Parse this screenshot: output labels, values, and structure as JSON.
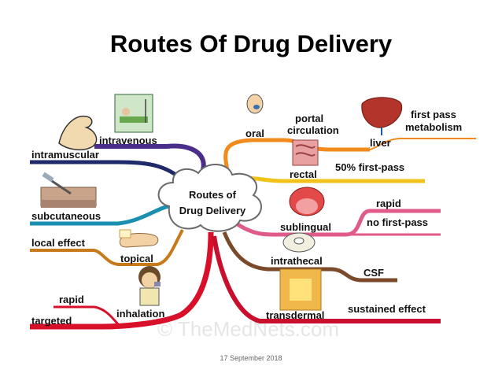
{
  "slide": {
    "title": "Routes Of Drug Delivery",
    "footer_date": "17 September 2018",
    "watermark": "© TheMedNets.com"
  },
  "mind_map": {
    "center": {
      "line1": "Routes of",
      "line2": "Drug Delivery"
    },
    "branches": {
      "intravenous": "intravenous",
      "intramuscular": "intramuscular",
      "subcutaneous": "subcutaneous",
      "local_effect": "local effect",
      "topical": "topical",
      "inhalation": "inhalation",
      "rapid_left": "rapid",
      "targeted": "targeted",
      "oral": "oral",
      "portal_circulation_1": "portal",
      "portal_circulation_2": "circulation",
      "liver": "liver",
      "first_pass_1": "first pass",
      "first_pass_2": "metabolism",
      "rectal": "rectal",
      "fifty_first_pass": "50% first-pass",
      "sublingual": "sublingual",
      "rapid_right": "rapid",
      "no_first_pass": "no first-pass",
      "intrathecal": "intrathecal",
      "csf": "CSF",
      "transdermal": "transdermal",
      "sustained_effect": "sustained effect"
    },
    "colors": {
      "intravenous": "#4b2e8c",
      "intramuscular": "#1f2a6b",
      "subcutaneous": "#1a8fb0",
      "topical": "#c87a1a",
      "inhalation": "#d8102a",
      "oral": "#f28a1c",
      "rectal": "#f0c21a",
      "sublingual": "#e05a8a",
      "intrathecal": "#7a4a2a",
      "transdermal": "#c8102e"
    },
    "icons": [
      "muscle-arm-icon",
      "hospital-bed-icon",
      "syringe-skin-icon",
      "hand-cream-icon",
      "inhaler-person-icon",
      "mouth-pill-icon",
      "liver-icon",
      "intestine-icon",
      "tongue-icon",
      "vertebra-icon",
      "skin-patch-icon"
    ]
  }
}
